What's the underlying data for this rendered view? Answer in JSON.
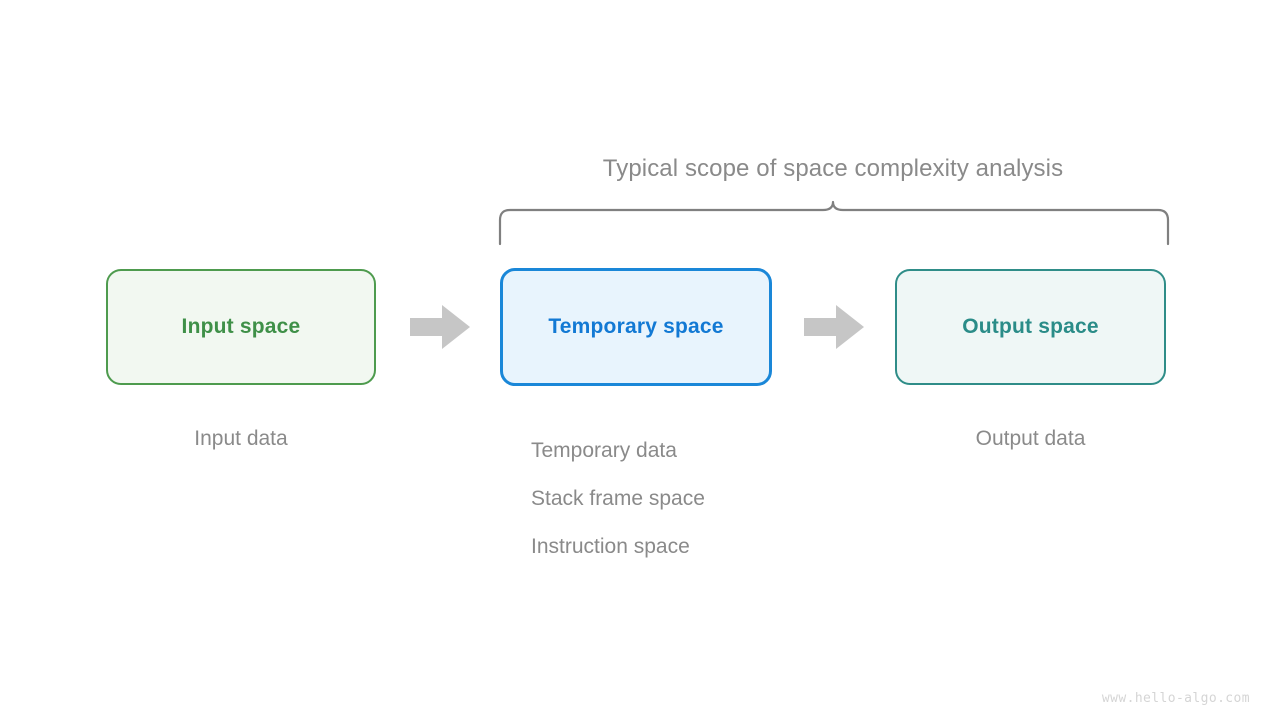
{
  "diagram": {
    "scope": {
      "title": "Typical scope of space complexity analysis",
      "brace_color": "#808080"
    },
    "boxes": [
      {
        "id": "input-space",
        "label": "Input space",
        "fill": "#f2f8f1",
        "border": "#4e9b4e",
        "text_color": "#3f9048"
      },
      {
        "id": "temporary-space",
        "label": "Temporary space",
        "fill": "#e8f4fd",
        "border": "#1a87d8",
        "text_color": "#1279d4"
      },
      {
        "id": "output-space",
        "label": "Output space",
        "fill": "#eff7f6",
        "border": "#2f8d88",
        "text_color": "#2a8c88"
      }
    ],
    "arrows": [
      {
        "id": "arrow-input-to-temporary",
        "color": "#c6c6c6"
      },
      {
        "id": "arrow-temporary-to-output",
        "color": "#c6c6c6"
      }
    ],
    "captions": {
      "input": "Input data",
      "temporary": [
        "Temporary data",
        "Stack frame space",
        "Instruction space"
      ],
      "output": "Output data",
      "color": "#8a8a8a"
    },
    "watermark": "www.hello-algo.com"
  }
}
